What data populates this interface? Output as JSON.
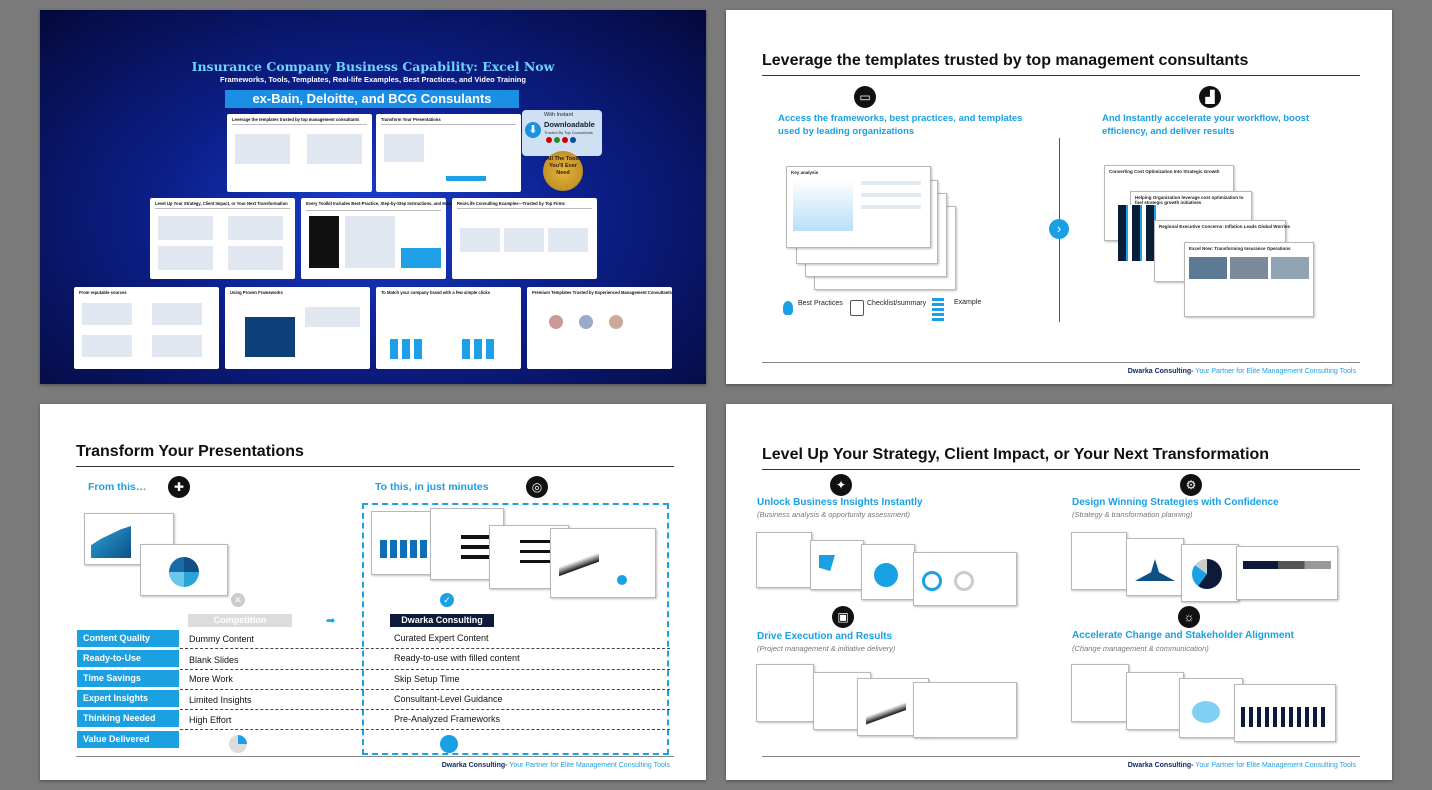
{
  "slide1": {
    "title": "Insurance Company Business Capability: Excel Now",
    "subtitle": "Frameworks, Tools, Templates, Real-life Examples, Best Practices, and Video Training",
    "banner": "ex-Bain, Deloitte, and BCG Consulants",
    "downloadable": "Downloadable",
    "instant_top": "With Instant",
    "instant_bottom": "Downloadable",
    "trusted": "Trusted By Top Consultants",
    "seal": "All The Tools You'll Ever Need",
    "thumbs": [
      "Leverage the templates trusted by top management consultants",
      "Transform Your Presentations",
      "Level Up Your Strategy, Client Impact, or Your Next Transformation",
      "Every Toolkit Includes Best-Practice, Step-by-Step Instructions, and Minutes of Video Training",
      "Real-Life Consulting Examples—Trusted by Top Firms",
      "From reputable sources",
      "Using Proven Frameworks",
      "To Match your company brand with a few simple clicks",
      "Premium Templates Trusted by Experienced Management Consultants"
    ]
  },
  "slide2": {
    "title": "Leverage the templates trusted by top management consultants",
    "left_heading": "Access the frameworks, best practices, and templates used by leading organizations",
    "right_heading": "And Instantly accelerate your workflow, boost efficiency, and deliver results",
    "left_card_title": "Key analysis",
    "right_cards": [
      "Converting Cost Optimization Into Strategic Growth",
      "Helping Organization leverage cost optimization to fuel strategic growth initiatives",
      "Regional Executive Concerns: Inflation Leads Global Worries",
      "Excel Now: Transforming Insurance Operations"
    ],
    "legend": [
      "Best Practices",
      "Checklist/summary",
      "Example"
    ],
    "footer_brand": "Dwarka Consulting-",
    "footer_tag": " Your Partner for Elite Management Consulting Tools"
  },
  "slide3": {
    "title": "Transform Your Presentations",
    "from": "From this…",
    "to": "To this, in just minutes",
    "competition": "Competition",
    "dwarka": "Dwarka Consulting",
    "rows": [
      {
        "label": "Content Quality",
        "comp": "Dummy Content",
        "dwarka": "Curated Expert Content"
      },
      {
        "label": "Ready-to-Use",
        "comp": "Blank Slides",
        "dwarka": "Ready-to-use with filled content"
      },
      {
        "label": "Time Savings",
        "comp": "More Work",
        "dwarka": "Skip Setup Time"
      },
      {
        "label": "Expert Insights",
        "comp": "Limited Insights",
        "dwarka": "Consultant-Level Guidance"
      },
      {
        "label": "Thinking Needed",
        "comp": "High Effort",
        "dwarka": "Pre-Analyzed Frameworks"
      },
      {
        "label": "Value Delivered",
        "comp": "",
        "dwarka": ""
      }
    ],
    "footer_brand": "Dwarka Consulting-",
    "footer_tag": " Your Partner for Elite Management Consulting Tools"
  },
  "slide4": {
    "title": "Level Up Your Strategy, Client Impact, or Your Next Transformation",
    "quadrants": [
      {
        "heading": "Unlock Business Insights Instantly",
        "sub": "(Business analysis & opportunity assessment)"
      },
      {
        "heading": "Design Winning Strategies with Confidence",
        "sub": "(Strategy & transformation planning)"
      },
      {
        "heading": "Drive Execution and Results",
        "sub": "(Project management & initiative delivery)"
      },
      {
        "heading": "Accelerate Change and Stakeholder Alignment",
        "sub": "(Change management & communication)"
      }
    ],
    "footer_brand": "Dwarka Consulting-",
    "footer_tag": " Your Partner for Elite Management Consulting Tools"
  }
}
